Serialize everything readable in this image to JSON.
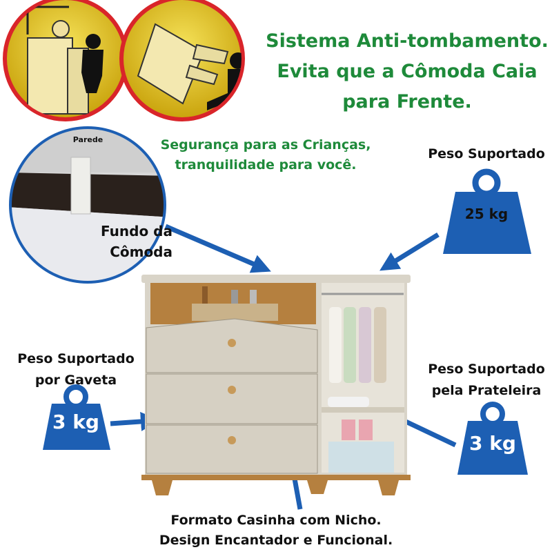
{
  "headline": {
    "line1": "Sistema Anti-tombamento.",
    "line2": "Evita que a Cômoda Caia",
    "line3": "para Frente."
  },
  "subtitle": {
    "line1": "Segurança para as Crianças,",
    "line2": "tranquilidade para você."
  },
  "detail_circle": {
    "wall_label": "Parede",
    "back_label_line1": "Fundo da",
    "back_label_line2": "Cômoda"
  },
  "top_weight": {
    "title": "Peso Suportado",
    "value": "25 kg"
  },
  "drawer_weight": {
    "title_line1": "Peso Suportado",
    "title_line2": "por Gaveta",
    "value": "3 kg"
  },
  "shelf_weight": {
    "title_line1": "Peso Suportado",
    "title_line2": "pela Prateleira",
    "value": "3 kg"
  },
  "footer": {
    "line1": "Formato Casinha com Nicho.",
    "line2": "Design Encantador e Funcional."
  },
  "colors": {
    "green": "#1e8a3a",
    "blue": "#1d5fb3",
    "red": "#d9252a",
    "yellow": "#e8c51a"
  }
}
